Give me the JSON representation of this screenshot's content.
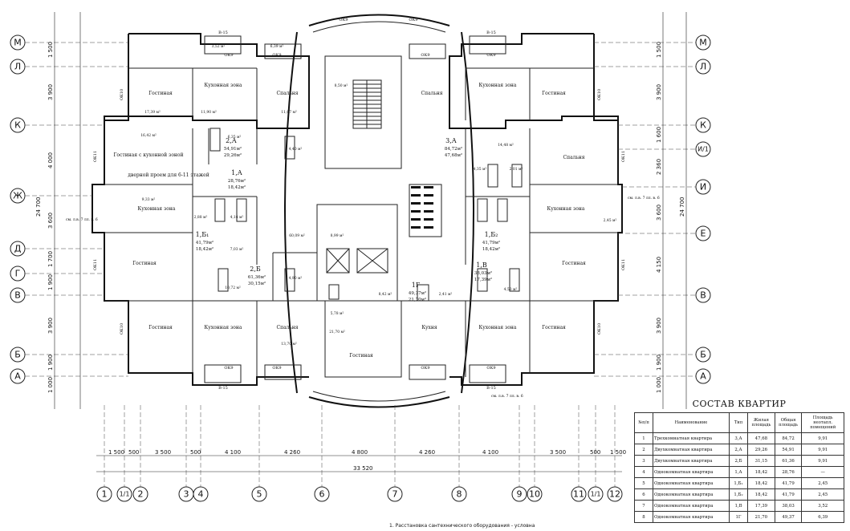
{
  "rows_left": [
    "М",
    "Л",
    "К",
    "Ж",
    "Д",
    "Г",
    "В",
    "Б",
    "А"
  ],
  "rows_right": [
    "М",
    "Л",
    "К",
    "И/1",
    "И",
    "Е",
    "В",
    "Б",
    "А"
  ],
  "columns": [
    "1",
    "1/1",
    "2",
    "3",
    "4",
    "5",
    "6",
    "7",
    "8",
    "9",
    "10",
    "11",
    "1/1",
    "12"
  ],
  "dims_bottom": [
    "1 500",
    "500",
    "3 500",
    "500",
    "4 100",
    "4 260",
    "4 800",
    "4 260",
    "4 100",
    "3 500",
    "500",
    "1 500"
  ],
  "dim_total": "33 520",
  "dims_left": [
    "1 500",
    "3 900",
    "4 000",
    "3 600",
    "1 700",
    "1 900",
    "3 900",
    "1 900",
    "1 000"
  ],
  "dims_right": [
    "1 500",
    "3 900",
    "1 600",
    "2 360",
    "3 600",
    "4 150",
    "3 900",
    "1 900",
    "1 000"
  ],
  "dim_vertical_total": "24 700",
  "rooms": {
    "gostinaya": "Гостиная",
    "kuhonnaya_zona": "Кухонная зона",
    "spalnya": "Спальня",
    "kuhnya": "Кухня",
    "gostinaya_kuhonnaya": "Гостиная с кухонной зоной",
    "dvernoy_proem": "дверной проем для 6-11 этажей"
  },
  "apartments": [
    {
      "code": "2,А",
      "area": "54,91м²",
      "live": "29,26м²"
    },
    {
      "code": "3,А",
      "area": "84,72м²",
      "live": "47,68м²"
    },
    {
      "code": "1,А",
      "area": "28,76м²",
      "live": "18,42м²"
    },
    {
      "code": "1,Б₁",
      "area": "41,79м²",
      "live": "18,42м²"
    },
    {
      "code": "2,Б",
      "area": "61,36м²",
      "live": "30,15м²"
    },
    {
      "code": "1,Б₂",
      "area": "41,79м²",
      "live": "18,42м²"
    },
    {
      "code": "1,В",
      "area": "38,03м²",
      "live": "17,39м²"
    },
    {
      "code": "1Г",
      "area": "49,37м²",
      "live": "21,70м²"
    }
  ],
  "room_areas": [
    "17,39 м²",
    "11,90 м²",
    "11,07 м²",
    "6,35 м²",
    "4,40 м²",
    "8,50 м²",
    "3,52 м²",
    "6,39 м²",
    "16,42 м²",
    "9,33 м²",
    "60,09 м²",
    "8,99 м²",
    "21,70 м²",
    "13,70 м²",
    "5,78 м²",
    "4,14 м²",
    "2,88 м²",
    "7,03 м²",
    "10,72 м²",
    "4,90 м²",
    "8,42 м²",
    "2,41 м²",
    "14,48 м²",
    "4,35 м²",
    "2,01 м²",
    "4,53 м²",
    "2,45 м²"
  ],
  "window_labels": {
    "ok9": "ОК9",
    "v15": "В-15",
    "ok10": "ОК10",
    "ok11": "ОК11"
  },
  "notes": {
    "sm_list_6": "см. л.в. 7 лл. в. 6"
  },
  "table": {
    "title": "СОСТАВ КВАРТИР",
    "headers": [
      "№п/п",
      "Наименование",
      "Тип",
      "Жилая площадь",
      "Общая площадь",
      "Площадь неотапл. помещений"
    ],
    "rows": [
      [
        "1",
        "Трехкомнатная квартира",
        "3,А",
        "47,68",
        "84,72",
        "9,91"
      ],
      [
        "2",
        "Двухкомнатная квартира",
        "2,А",
        "29,26",
        "54,91",
        "9,91"
      ],
      [
        "3",
        "Двухкомнатная квартира",
        "2,Б",
        "31,15",
        "61,36",
        "9,91"
      ],
      [
        "4",
        "Однокомнатная квартира",
        "1,А",
        "18,42",
        "28,76",
        "—"
      ],
      [
        "5",
        "Однокомнатная квартира",
        "1,Б₁",
        "18,42",
        "41,79",
        "2,45"
      ],
      [
        "6",
        "Однокомнатная квартира",
        "1,Б₂",
        "18,42",
        "41,79",
        "2,45"
      ],
      [
        "7",
        "Однокомнатная квартира",
        "1,В",
        "17,39",
        "38,03",
        "3,52"
      ],
      [
        "8",
        "Однокомнатная квартира",
        "1Г",
        "21,70",
        "49,37",
        "6,39"
      ]
    ]
  },
  "caption": "1. Расстановка сантехнического оборудования - условна"
}
